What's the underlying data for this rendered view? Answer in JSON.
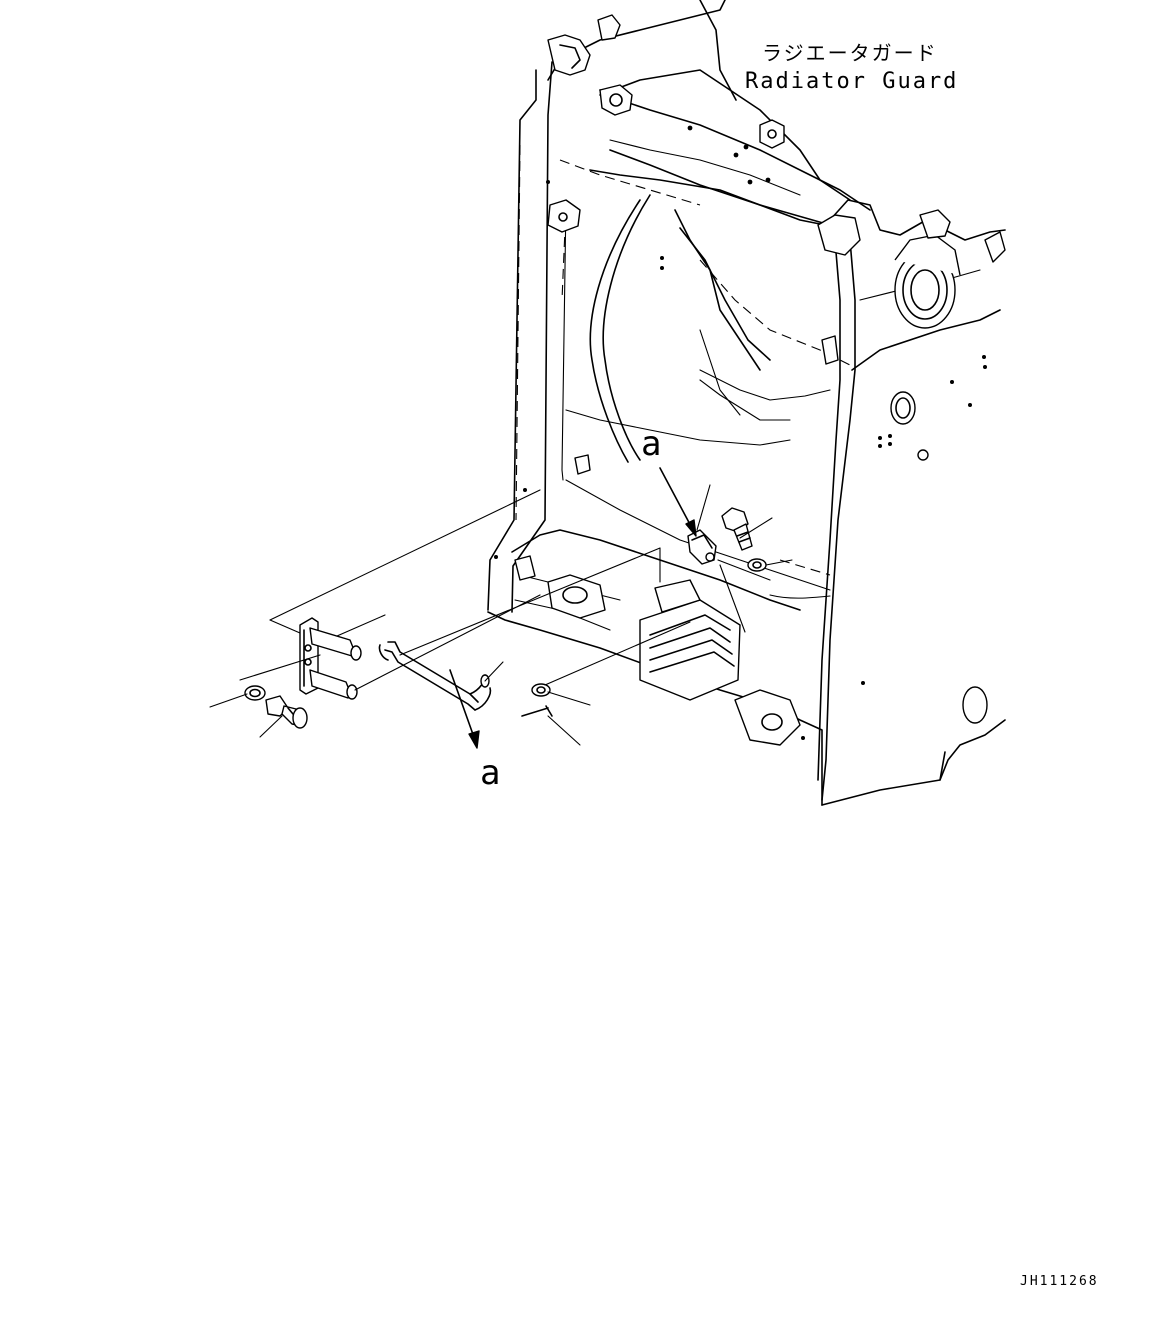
{
  "title": {
    "japanese": "ラジエータガード",
    "english": "Radiator Guard"
  },
  "callouts": {
    "upper": "a",
    "lower": "a"
  },
  "drawing_code": "JH111268",
  "colors": {
    "ink": "#000000",
    "background": "#ffffff"
  }
}
